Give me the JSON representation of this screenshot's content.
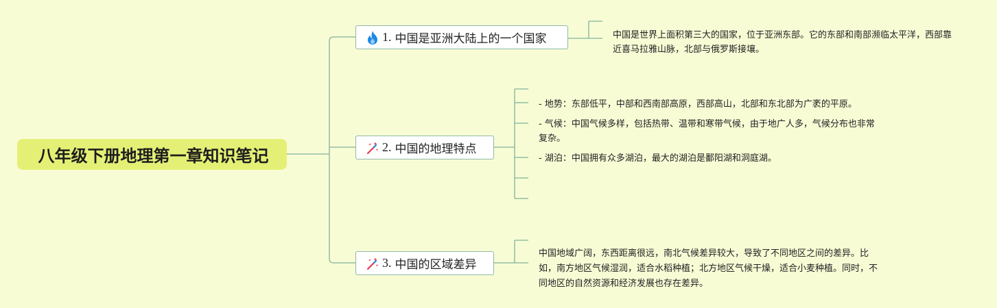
{
  "root": {
    "title": "八年级下册地理第一章知识笔记"
  },
  "branches": [
    {
      "number": "1.",
      "label": "中国是亚洲大陆上的一个国家",
      "icon": "fire-icon",
      "notes": [
        "中国是世界上面积第三大的国家，位于亚洲东部。它的东部和南部濒临太平洋，西部靠近喜马拉雅山脉，北部与俄罗斯接壤。"
      ]
    },
    {
      "number": "2.",
      "label": "中国的地理特点",
      "icon": "magic-wand-icon",
      "notes": [
        "- 地势：东部低平，中部和西南部高原，西部高山，北部和东北部为广袤的平原。",
        "- 气候：中国气候多样，包括热带、温带和寒带气候，由于地广人多，气候分布也非常复杂。",
        "- 湖泊：中国拥有众多湖泊，最大的湖泊是鄱阳湖和洞庭湖。"
      ]
    },
    {
      "number": "3.",
      "label": "中国的区域差异",
      "icon": "magic-wand-icon",
      "notes": [
        "中国地域广阔，东西距离很远，南北气候差异较大，导致了不同地区之间的差异。比如，南方地区气候湿润，适合水稻种植；北方地区气候干燥，适合小麦种植。同时，不同地区的自然资源和经济发展也存在差异。"
      ]
    }
  ],
  "colors": {
    "background": "#f8fcd5",
    "root_fill": "#e4f075",
    "connector": "#7fb39b",
    "node_border": "#8fb8a7"
  }
}
